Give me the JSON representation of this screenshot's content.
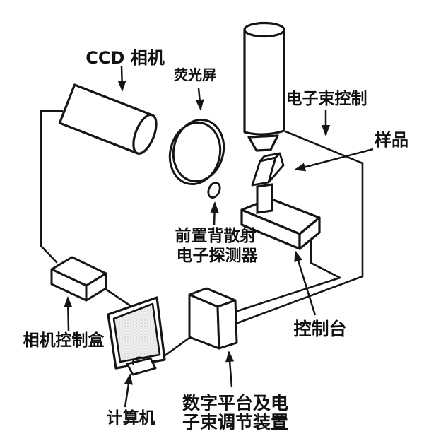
{
  "diagram": {
    "background_color": "#ffffff",
    "line_color": "#151515",
    "labels": {
      "ccd_camera": "CCD 相机",
      "fluorescent_screen": "荧光屏",
      "electron_beam_control": "电子束控制",
      "sample": "样品",
      "detector_line1": "前置背散射",
      "detector_line2": "电子探测器",
      "camera_control_box": "相机控制盒",
      "control_console": "控制台",
      "computer": "计算机",
      "digital_platform_line1": "数字平台及电",
      "digital_platform_line2": "子束调节装置"
    }
  }
}
